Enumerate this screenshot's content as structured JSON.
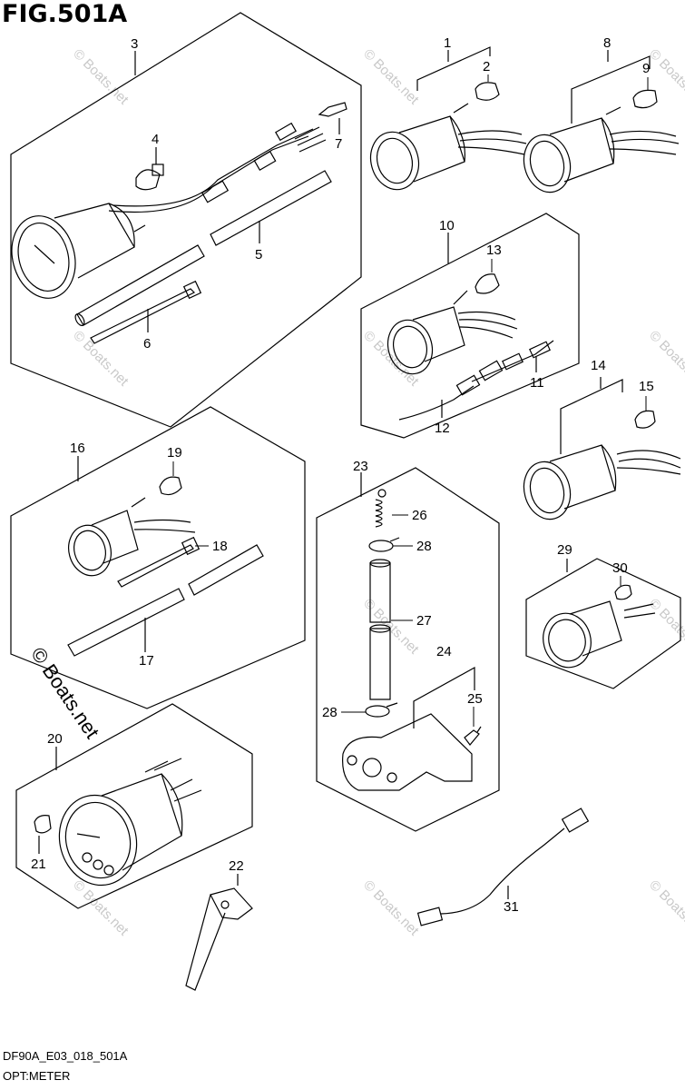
{
  "figure": {
    "title": "FIG.501A",
    "code": "DF90A_E03_018_501A",
    "section": "OPT:METER"
  },
  "watermark": {
    "text": "© Boats.net"
  },
  "callouts": [
    "1",
    "2",
    "3",
    "4",
    "5",
    "6",
    "7",
    "8",
    "9",
    "10",
    "11",
    "12",
    "13",
    "14",
    "15",
    "16",
    "17",
    "18",
    "19",
    "20",
    "21",
    "22",
    "23",
    "24",
    "25",
    "26",
    "27",
    "28",
    "28",
    "29",
    "30",
    "31"
  ]
}
